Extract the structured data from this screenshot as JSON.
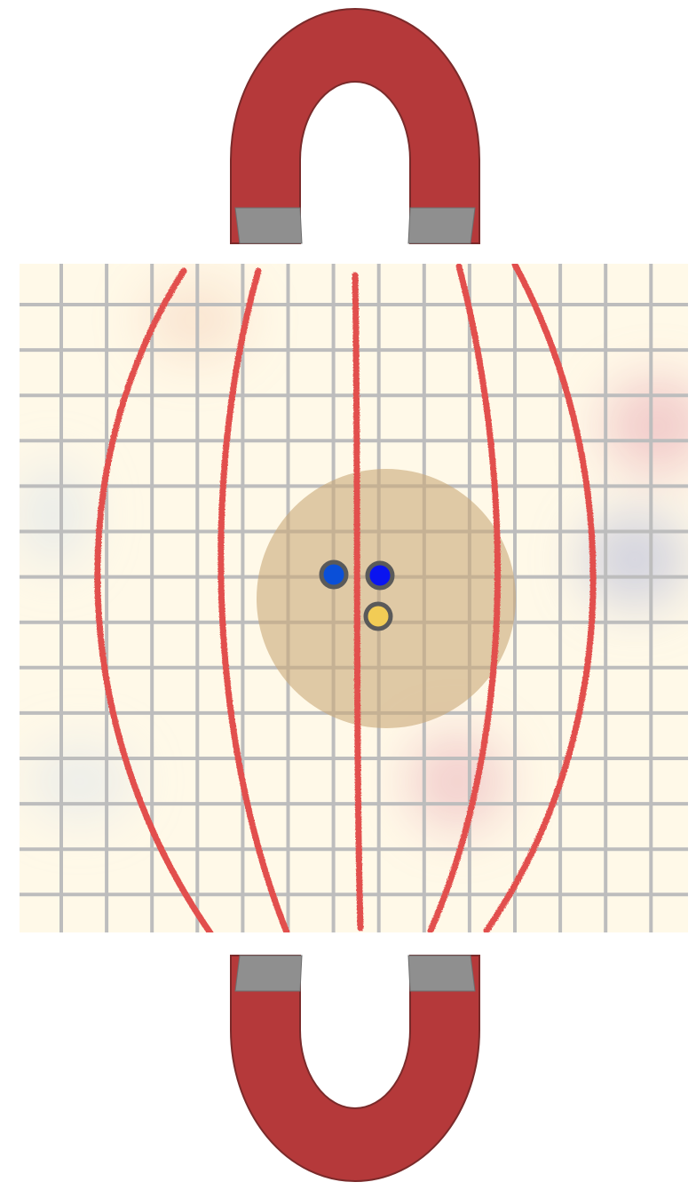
{
  "scene": {
    "top_magnet": {
      "icon": "horseshoe-magnet-icon",
      "orientation": "opening-down"
    },
    "bottom_magnet": {
      "icon": "horseshoe-magnet-icon",
      "orientation": "opening-up"
    },
    "field_lines": {
      "count": 5,
      "style": "crayon"
    },
    "atom": {
      "particles": [
        {
          "kind": "proton-blue",
          "color": "#0a4fd8"
        },
        {
          "kind": "proton-blue",
          "color": "#0a14f0"
        },
        {
          "kind": "electron-yellow",
          "color": "#f2cc55"
        }
      ]
    }
  },
  "colors": {
    "magnet_body": "#b5393a",
    "magnet_pole": "#8f8f8f",
    "field_line": "#e2504d",
    "grid_background": "#fff9e8",
    "grid_line": "#bdbdbd",
    "atom_cloud": "#c9a878",
    "particle_outline": "#5a5a5a"
  }
}
